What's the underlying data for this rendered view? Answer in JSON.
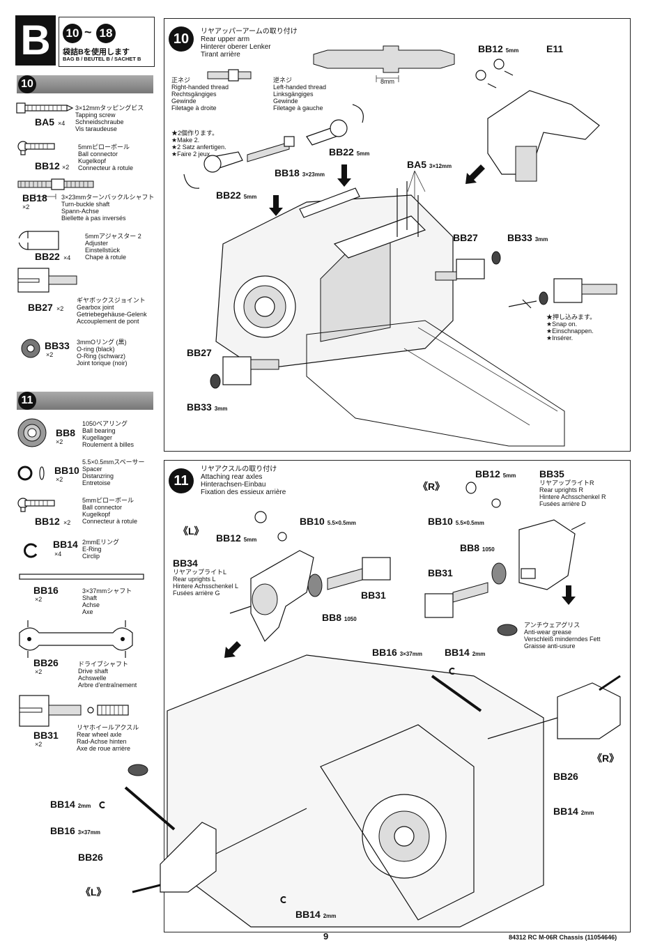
{
  "header": {
    "bag_letter": "B",
    "step_from": "10",
    "step_to": "18",
    "jp": "袋詰Bを使用します",
    "bag_line": "BAG B / BEUTEL B / SACHET B"
  },
  "sidebar": {
    "step10": "10",
    "step11": "11",
    "parts10": [
      {
        "id": "BA5",
        "qty": "×4",
        "desc": "3×12mmタッピングビス\nTapping screw\nSchneidschraube\nVis taraudeuse"
      },
      {
        "id": "BB12",
        "qty": "×2",
        "desc": "5mmピローボール\nBall connector\nKugelkopf\nConnecteur à rotule"
      },
      {
        "id": "BB18",
        "qty": "×2",
        "desc": "3×23mmターンバックルシャフト\nTurn-buckle shaft\nSpann-Achse\nBiellette à pas inversés"
      },
      {
        "id": "BB22",
        "qty": "×4",
        "desc": "5mmアジャスター 2\nAdjuster\nEinstellstück\nChape à rotule"
      },
      {
        "id": "BB27",
        "qty": "×2",
        "desc": "ギヤボックスジョイント\nGearbox joint\nGetriebegehäuse-Gelenk\nAccouplement de pont"
      },
      {
        "id": "BB33",
        "qty": "×2",
        "desc": "3mmOリング (黒)\nO-ring (black)\nO-Ring (schwarz)\nJoint torique (noir)"
      }
    ],
    "parts11": [
      {
        "id": "BB8",
        "qty": "×2",
        "desc": "1050ベアリング\nBall bearing\nKugellager\nRoulement à billes"
      },
      {
        "id": "BB10",
        "qty": "×2",
        "desc": "5.5×0.5mmスペーサー\nSpacer\nDistanzring\nEntretoise"
      },
      {
        "id": "BB12",
        "qty": "×2",
        "desc": "5mmピローボール\nBall connector\nKugelkopf\nConnecteur à rotule"
      },
      {
        "id": "BB14",
        "qty": "×4",
        "desc": "2mmEリング\nE-Ring\nCirclip"
      },
      {
        "id": "BB16",
        "qty": "×2",
        "desc": "3×37mmシャフト\nShaft\nAchse\nAxe"
      },
      {
        "id": "BB26",
        "qty": "×2",
        "desc": "ドライブシャフト\nDrive shaft\nAchswelle\nArbre d'entraînement"
      },
      {
        "id": "BB31",
        "qty": "×2",
        "desc": "リヤホイールアクスル\nRear wheel axle\nRad-Achse hinten\nAxe de roue arrière"
      }
    ]
  },
  "step10": {
    "num": "10",
    "title": "リヤアッパーアームの取り付け\nRear upper arm\nHinterer oberer Lenker\nTirant arrière",
    "dim": "8mm",
    "right_thread": "正ネジ\nRight-handed thread\nRechtsgängiges\nGewinde\nFiletage à droite",
    "left_thread": "逆ネジ\nLeft-handed thread\nLinksgängiges\nGewinde\nFiletage à gauche",
    "make2": "★2個作ります。\n★Make 2.\n★2 Satz anfertigen.\n★Faire 2 jeux.",
    "snap": "★押し込みます。\n★Snap on.\n★Einschnappen.\n★Insérer.",
    "labels": {
      "bb12": "BB12",
      "bb12_sz": "5mm",
      "e11": "E11",
      "bb22a": "BB22",
      "bb22a_sz": "5mm",
      "bb22b": "BB22",
      "bb22b_sz": "5mm",
      "bb18": "BB18",
      "bb18_sz": "3×23mm",
      "ba5": "BA5",
      "ba5_sz": "3×12mm",
      "bb27a": "BB27",
      "bb33a": "BB33",
      "bb33a_sz": "3mm",
      "bb27b": "BB27",
      "bb33b": "BB33",
      "bb33b_sz": "3mm"
    }
  },
  "step11": {
    "num": "11",
    "title": "リヤアクスルの取り付け\nAttaching rear axles\nHinterachsen-Einbau\nFixation des essieux arrière",
    "bb34_desc": "リヤアップライトL\nRear uprights L\nHintere Achsschenkel L\nFusées arrière G",
    "bb35_desc": "リヤアップライトR\nRear uprights R\nHintere Achsschenkel R\nFusées arrière D",
    "grease": "アンチウェアグリス\nAnti-wear grease\nVerschleiß minderndes Fett\nGraisse anti-usure",
    "labels": {
      "L1": "《L》",
      "R1": "《R》",
      "R2": "《R》",
      "L2": "《L》",
      "bb12L": "BB12",
      "bb12L_sz": "5mm",
      "bb10L": "BB10",
      "bb10L_sz": "5.5×0.5mm",
      "bb34": "BB34",
      "bb31L": "BB31",
      "bb8L": "BB8",
      "bb8L_sz": "1050",
      "bb12R": "BB12",
      "bb12R_sz": "5mm",
      "bb35": "BB35",
      "bb10R": "BB10",
      "bb10R_sz": "5.5×0.5mm",
      "bb8R": "BB8",
      "bb8R_sz": "1050",
      "bb31R": "BB31",
      "bb16R": "BB16",
      "bb16R_sz": "3×37mm",
      "bb14R": "BB14",
      "bb14R_sz": "2mm",
      "bb26R": "BB26",
      "bb14R2": "BB14",
      "bb14R2_sz": "2mm",
      "bb14L": "BB14",
      "bb14L_sz": "2mm",
      "bb16L": "BB16",
      "bb16L_sz": "3×37mm",
      "bb26L": "BB26",
      "bb14L2": "BB14",
      "bb14L2_sz": "2mm"
    }
  },
  "footer": {
    "page": "9",
    "code": "84312 RC M-06R Chassis (11054646)"
  }
}
